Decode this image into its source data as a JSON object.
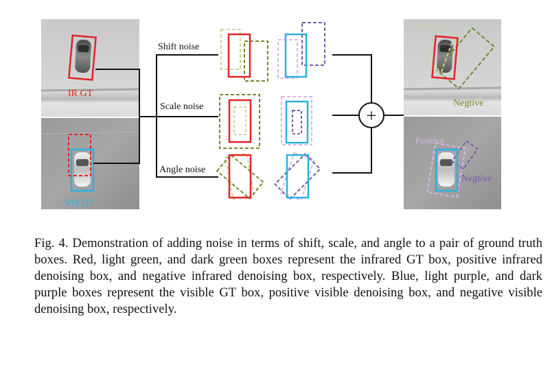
{
  "colors": {
    "ir_gt": "#e02424",
    "ir_positive": "#c9d6a2",
    "ir_negative": "#6f8a2e",
    "vis_gt": "#2ab0e0",
    "vis_positive": "#d9b8e6",
    "vis_negative": "#7b5aa8",
    "line": "#111111"
  },
  "figure": {
    "ir_gt_label": "IR GT",
    "vis_gt_label": "VIS GT",
    "noise_labels": {
      "shift": "Shift noise",
      "scale": "Scale noise",
      "angle": "Angle noise"
    },
    "combine_symbol": "+",
    "ir_output": {
      "positive_label": "Positive",
      "negative_label": "Negtive"
    },
    "vis_output": {
      "positive_label": "Positive",
      "negative_label": "Negtive"
    }
  },
  "caption": {
    "label": "Fig. 4.",
    "text": "Demonstration of adding noise in terms of shift, scale, and angle to a pair of ground truth boxes. Red, light green, and dark green boxes represent the infrared GT box, positive infrared denoising box, and negative infrared denoising box, respectively. Blue, light purple, and dark purple boxes represent the visible GT box, positive visible denoising box, and negative visible denoising box, respectively."
  }
}
